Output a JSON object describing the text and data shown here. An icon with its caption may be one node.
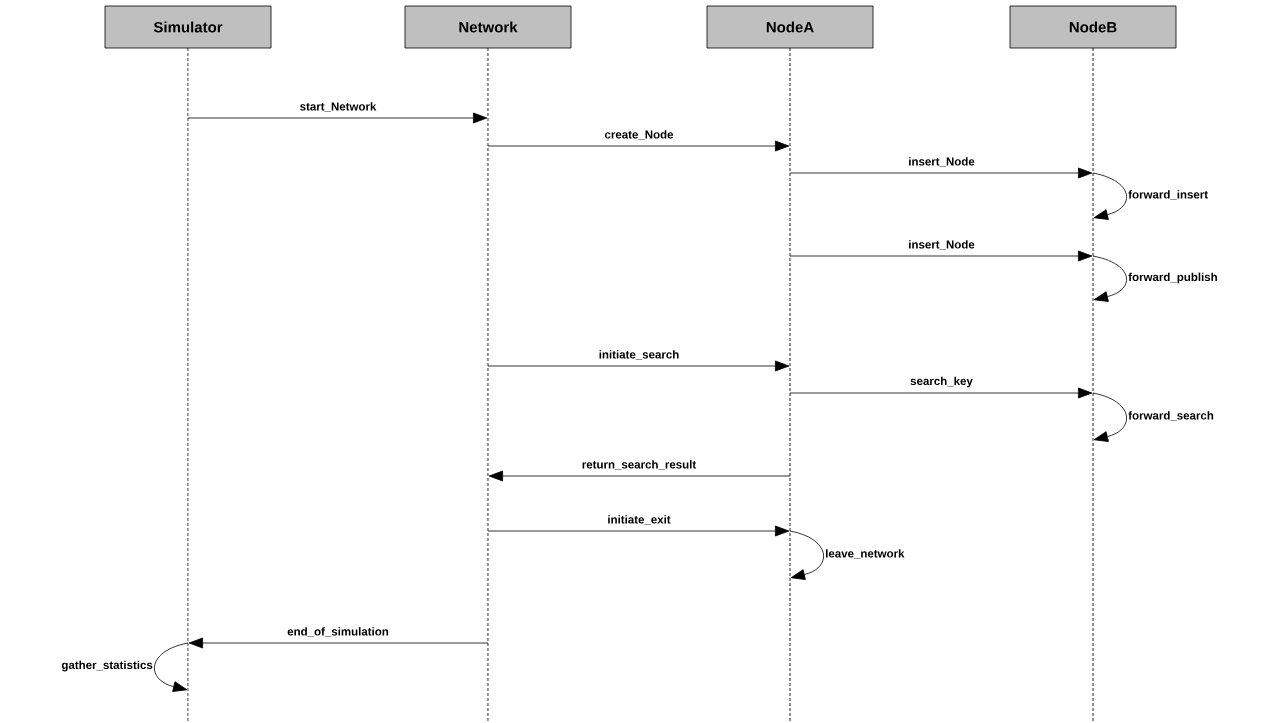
{
  "diagram": {
    "nodes": [
      {
        "text": [
          "Simulator"
        ]
      },
      {
        "text": [
          "Network"
        ]
      },
      {
        "text": [
          "NodeA"
        ]
      },
      {
        "text": [
          "NodeB"
        ]
      }
    ],
    "edges": [
      {
        "from": 0,
        "to": 1,
        "arrow": "to",
        "label": "start_Network"
      },
      {
        "from": 1,
        "to": 2,
        "arrow": "to",
        "label": "create_Node"
      },
      {
        "from": 2,
        "to": 3,
        "arrow": "to",
        "label": "insert_Node"
      },
      {
        "from": 3,
        "to": 3,
        "arrow": "to",
        "label": "forward_insert"
      },
      {
        "from": 2,
        "to": 3,
        "arrow": "to",
        "label": "insert_Node"
      },
      {
        "from": 3,
        "to": 3,
        "arrow": "to",
        "label": "forward_publish"
      },
      {
        "from": 1,
        "to": 2,
        "arrow": "to",
        "label": "initiate_search"
      },
      {
        "from": 2,
        "to": 3,
        "arrow": "to",
        "label": "search_key"
      },
      {
        "from": 3,
        "to": 3,
        "arrow": "to",
        "label": "forward_search"
      },
      {
        "from": 2,
        "to": 1,
        "arrow": "to",
        "label": "return_search_result"
      },
      {
        "from": 1,
        "to": 2,
        "arrow": "to",
        "label": "initiate_exit"
      },
      {
        "from": 2,
        "to": 2,
        "arrow": "to",
        "label": "leave_network"
      },
      {
        "from": 1,
        "to": 0,
        "arrow": "to",
        "label": "end_of_simulation"
      },
      {
        "from": 0,
        "to": 0,
        "arrow": "to",
        "label": "gather_statistics"
      }
    ]
  }
}
